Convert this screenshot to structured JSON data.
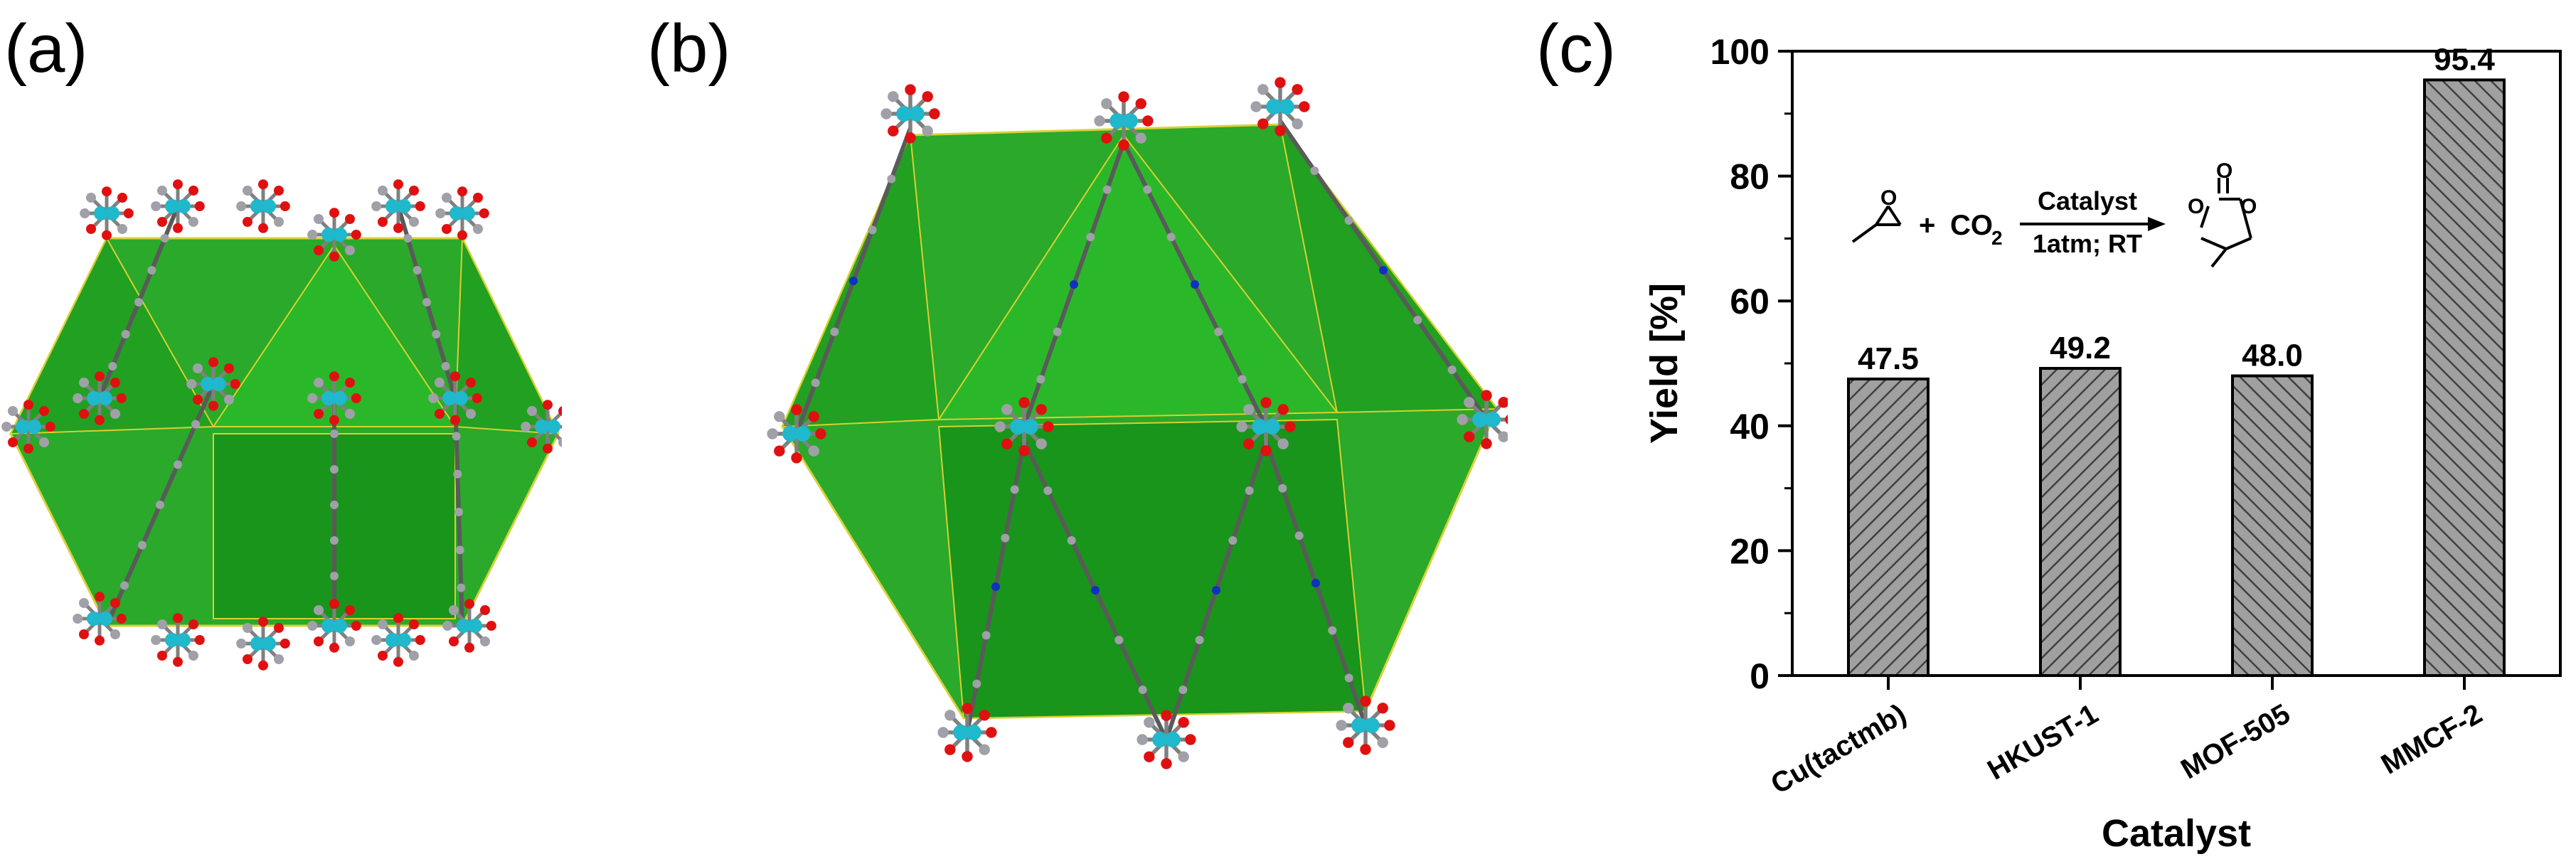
{
  "panels": {
    "a": {
      "label": "(a)"
    },
    "b": {
      "label": "(b)"
    },
    "c": {
      "label": "(c)"
    }
  },
  "colors": {
    "polyhedron_fill": "#1fa51f",
    "polyhedron_edge": "#d8d030",
    "copper_atom": "#1fb8cc",
    "oxygen_atom": "#e01010",
    "carbon_atom": "#a0a0a8",
    "nitrogen_atom": "#1030c0",
    "bar_fill": "#a0a0a0",
    "axis": "#000000"
  },
  "reaction": {
    "plus1": "+",
    "reactant2_main": "CO",
    "reactant2_sub": "2",
    "catalyst_label": "Catalyst",
    "condition_label": "1atm; RT",
    "product_atom_o": "O"
  },
  "chart_data": {
    "type": "bar",
    "categories": [
      "Cu(tactmb)",
      "HKUST-1",
      "MOF-505",
      "MMCF-2"
    ],
    "values": [
      47.5,
      49.2,
      48.0,
      95.4
    ],
    "data_labels": [
      "47.5",
      "49.2",
      "48.0",
      "95.4"
    ],
    "title": "",
    "xlabel": "Catalyst",
    "ylabel": "Yield [%]",
    "ylim": [
      0,
      100
    ],
    "yticks": [
      0,
      20,
      40,
      60,
      80,
      100
    ],
    "yticklabels": [
      "0",
      "20",
      "40",
      "60",
      "80",
      "100"
    ],
    "grid": false,
    "hatch": [
      "diagonal-right",
      "diagonal-right",
      "diagonal-left",
      "diagonal-left"
    ]
  }
}
